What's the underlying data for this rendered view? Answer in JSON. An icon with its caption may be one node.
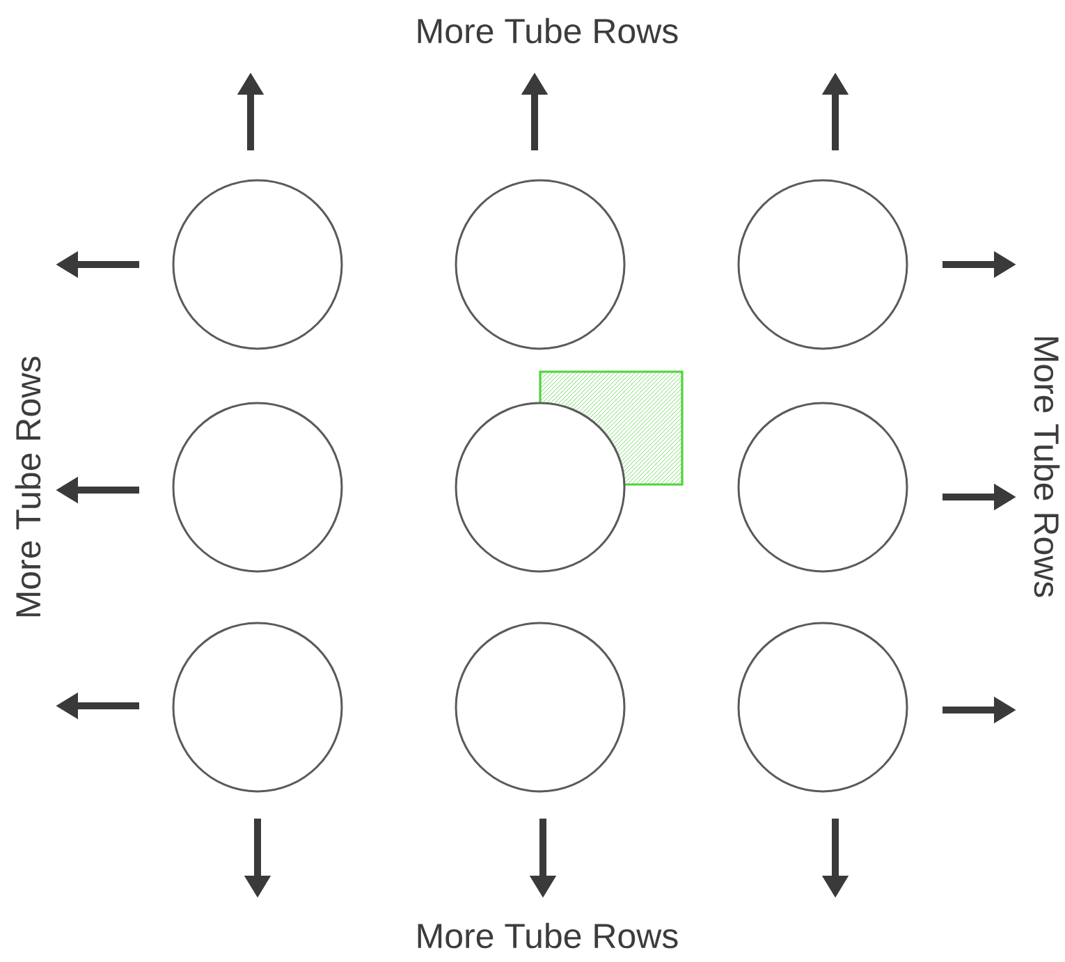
{
  "diagram": {
    "nodes": [
      {
        "text": [],
        "shape": "circle"
      },
      {
        "text": [],
        "shape": "circle"
      },
      {
        "text": [],
        "shape": "circle"
      },
      {
        "text": [],
        "shape": "circle"
      },
      {
        "text": [],
        "shape": "circle"
      },
      {
        "text": [],
        "shape": "circle"
      },
      {
        "text": [],
        "shape": "circle"
      },
      {
        "text": [],
        "shape": "circle"
      },
      {
        "text": [],
        "shape": "circle"
      }
    ],
    "labels": [
      "More Tube Rows",
      "More Tube Rows",
      "More Tube Rows",
      "More Tube Rows"
    ]
  }
}
